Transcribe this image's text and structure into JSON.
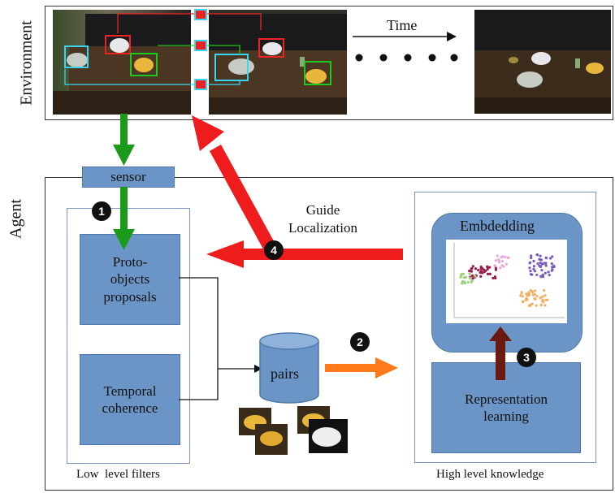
{
  "environment": {
    "label": "Environment",
    "time_label": "Time"
  },
  "agent": {
    "label": "Agent",
    "sensor_label": "sensor",
    "proto_objects": "Proto-\nobjects\nproposals",
    "temporal_coherence": "Temporal\ncoherence",
    "low_level_caption": "Low  level filters",
    "pairs_label": "pairs",
    "guide_localization": "Guide\nLocalization",
    "embedding_label": "Embdedding",
    "representation_learning": "Representation\nlearning",
    "high_level_caption": "High level knowledge"
  },
  "steps": [
    "1",
    "2",
    "3",
    "4"
  ],
  "colors": {
    "green_arrow": "#1c9a1c",
    "red_arrow": "#ee1c1c",
    "orange_arrow": "#ff7a1a",
    "brown_arrow": "#6b1a10",
    "box_blue": "#6b95c6"
  }
}
